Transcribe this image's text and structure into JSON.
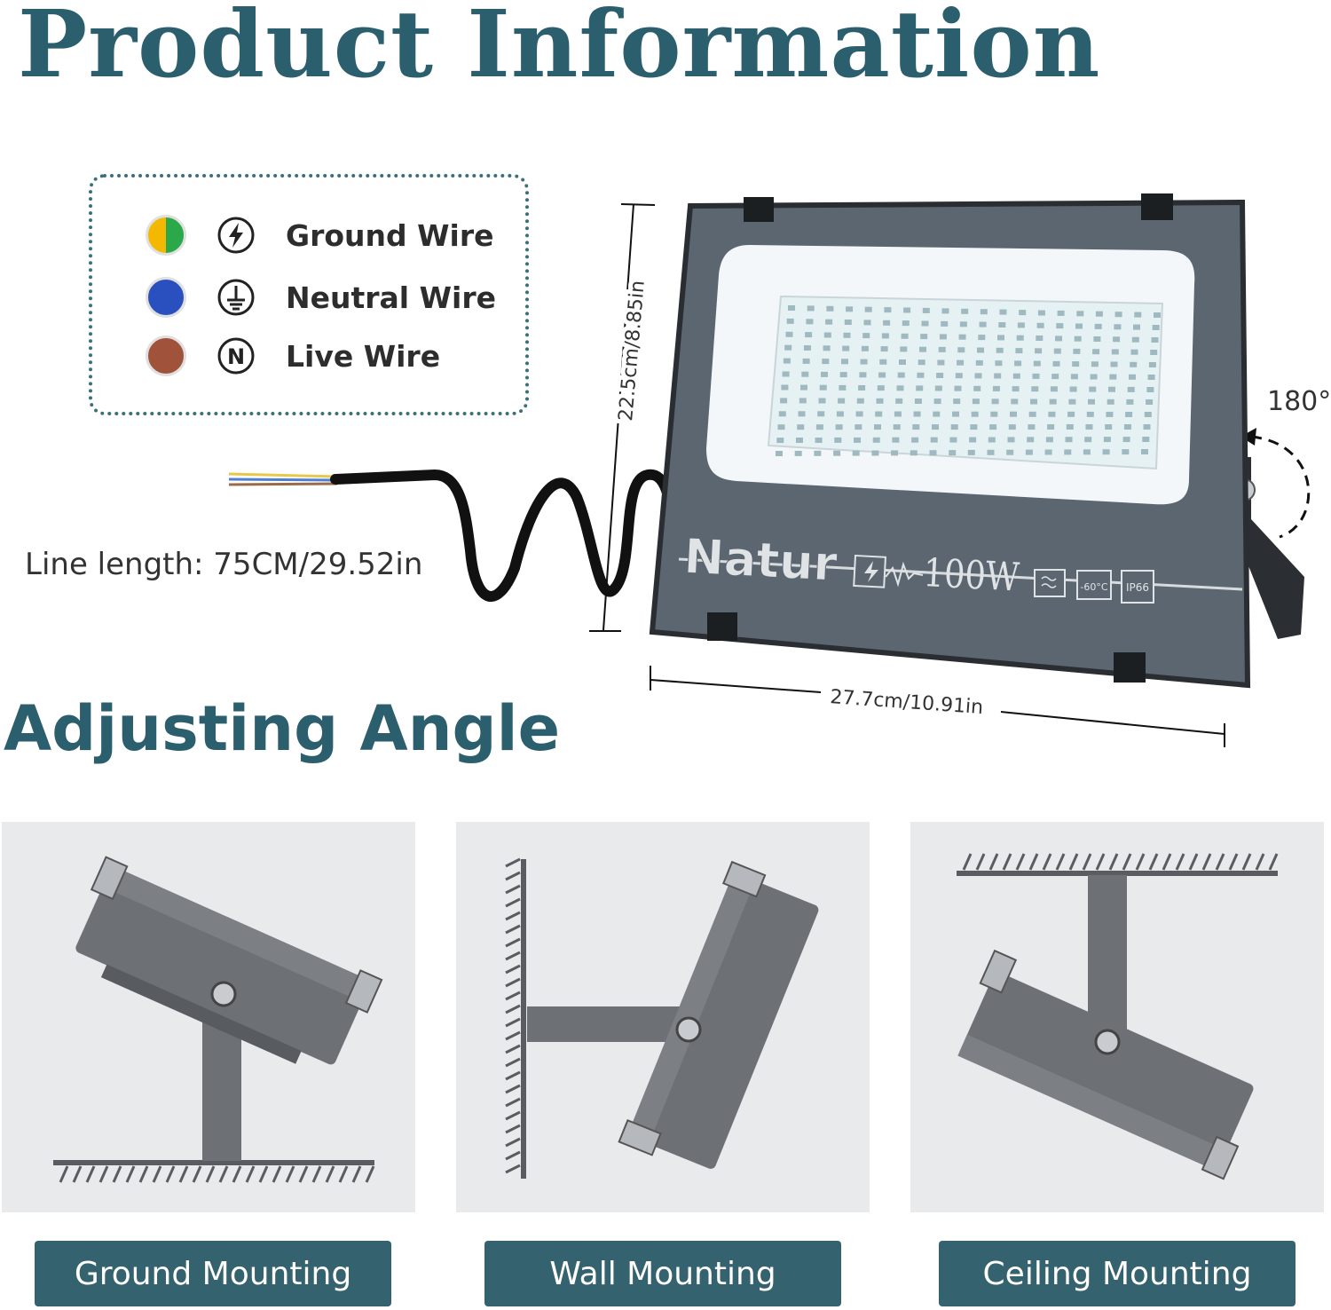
{
  "title": "Product Information",
  "legend": [
    {
      "label": "Ground Wire",
      "dot_colors": [
        "#f5b800",
        "#2aa84a"
      ],
      "icon": "lightning-circle-icon"
    },
    {
      "label": "Neutral Wire",
      "dot_colors": [
        "#2a4fbf"
      ],
      "icon": "earth-ground-icon"
    },
    {
      "label": "Live Wire",
      "dot_colors": [
        "#a0523a"
      ],
      "icon": "n-circle-icon"
    }
  ],
  "dimensions": {
    "height": "22.5cm/8.85in",
    "width": "27.7cm/10.91in",
    "rotation": "180°",
    "line_length": "Line length: 75CM/29.52in"
  },
  "product_label": {
    "brand": "Natur",
    "power": "100W",
    "temp": "-60°C",
    "rating": "IP66"
  },
  "adjusting_title": "Adjusting Angle",
  "mounting": [
    {
      "label": "Ground Mounting"
    },
    {
      "label": "Wall Mounting"
    },
    {
      "label": "Ceiling Mounting"
    }
  ],
  "colors": {
    "accent": "#2b5f6e",
    "button": "#35626f",
    "panel": "#e9eaec",
    "housing": "#5c6670"
  }
}
